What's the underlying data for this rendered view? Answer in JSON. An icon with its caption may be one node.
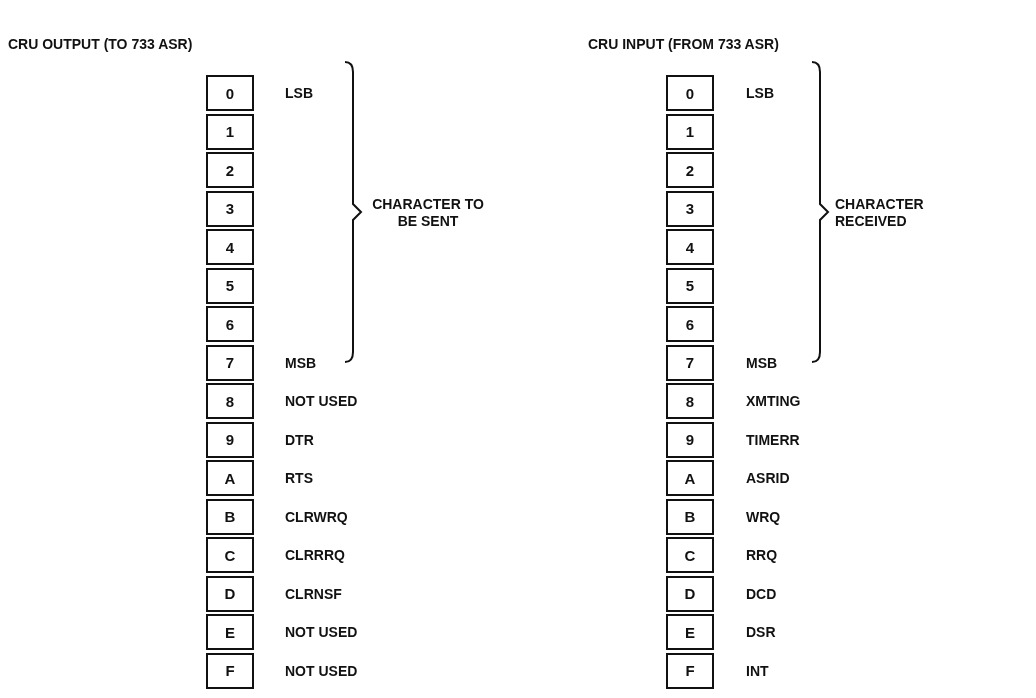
{
  "diagram": {
    "nodes": [
      {
        "text": [
          "0"
        ],
        "beside": [
          "LSB"
        ]
      },
      {
        "text": [
          "1"
        ]
      },
      {
        "text": [
          "2"
        ]
      },
      {
        "text": [
          "3"
        ]
      },
      {
        "text": [
          "4"
        ]
      },
      {
        "text": [
          "5"
        ]
      },
      {
        "text": [
          "6"
        ]
      },
      {
        "text": [
          "7"
        ],
        "beside": [
          "MSB"
        ]
      },
      {
        "text": [
          "8"
        ],
        "beside": [
          "NOT USED"
        ]
      },
      {
        "text": [
          "9"
        ],
        "beside": [
          "DTR"
        ]
      },
      {
        "text": [
          "A"
        ],
        "beside": [
          "RTS"
        ]
      },
      {
        "text": [
          "B"
        ],
        "beside": [
          "CLRWRQ"
        ]
      },
      {
        "text": [
          "C"
        ],
        "beside": [
          "CLRRRQ"
        ]
      },
      {
        "text": [
          "D"
        ],
        "beside": [
          "CLRNSF"
        ]
      },
      {
        "text": [
          "E"
        ],
        "beside": [
          "NOT USED"
        ]
      },
      {
        "text": [
          "F"
        ],
        "beside": [
          "NOT USED"
        ]
      },
      {
        "text": [
          "0"
        ],
        "beside": [
          "LSB"
        ]
      },
      {
        "text": [
          "1"
        ]
      },
      {
        "text": [
          "2"
        ]
      },
      {
        "text": [
          "3"
        ]
      },
      {
        "text": [
          "4"
        ]
      },
      {
        "text": [
          "5"
        ]
      },
      {
        "text": [
          "6"
        ]
      },
      {
        "text": [
          "7"
        ],
        "beside": [
          "MSB"
        ]
      },
      {
        "text": [
          "8"
        ],
        "beside": [
          "XMTING"
        ]
      },
      {
        "text": [
          "9"
        ],
        "beside": [
          "TIMERR"
        ]
      },
      {
        "text": [
          "A"
        ],
        "beside": [
          "ASRID"
        ]
      },
      {
        "text": [
          "B"
        ],
        "beside": [
          "WRQ"
        ]
      },
      {
        "text": [
          "C"
        ],
        "beside": [
          "RRQ"
        ]
      },
      {
        "text": [
          "D"
        ],
        "beside": [
          "DCD"
        ]
      },
      {
        "text": [
          "E"
        ],
        "beside": [
          "DSR"
        ]
      },
      {
        "text": [
          "F"
        ],
        "beside": [
          "INT"
        ]
      }
    ],
    "labels": [
      "CRU OUTPUT (TO 733 ASR)",
      "CHARACTER TO BE SENT",
      "CRU INPUT (FROM 733 ASR)",
      "CHARACTER RECEIVED"
    ]
  }
}
